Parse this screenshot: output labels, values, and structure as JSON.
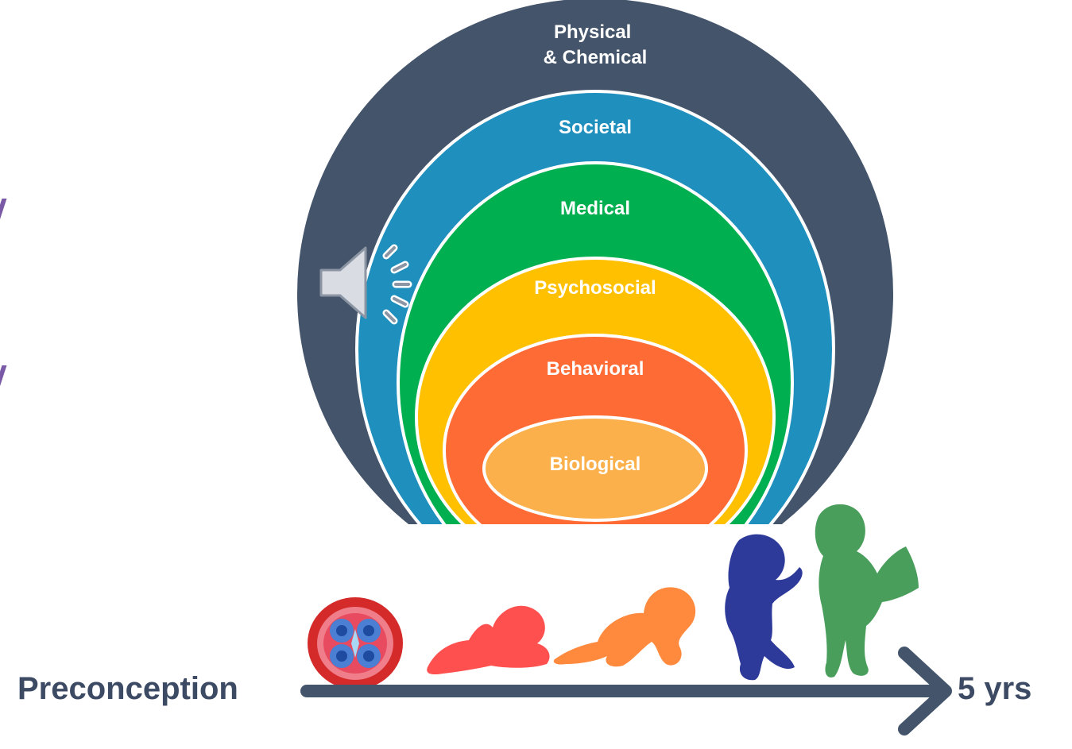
{
  "diagram": {
    "layers": [
      {
        "label_lines": [
          "Physical",
          "& Chemical"
        ],
        "color": "#44546a"
      },
      {
        "label_lines": [
          "Societal"
        ],
        "color": "#1f8fbe"
      },
      {
        "label_lines": [
          "Medical"
        ],
        "color": "#00b050"
      },
      {
        "label_lines": [
          "Psychosocial"
        ],
        "color": "#ffc000"
      },
      {
        "label_lines": [
          "Behavioral"
        ],
        "color": "#ff6b35"
      },
      {
        "label_lines": [
          "Biological"
        ],
        "color": "#fbb04b"
      }
    ],
    "timeline": {
      "start_label": "Preconception",
      "end_label": "5 yrs",
      "arrow_color": "#44546a"
    },
    "stages": [
      {
        "name": "embryo",
        "color": "#d42a2a"
      },
      {
        "name": "infant-lying",
        "color": "#ff5050"
      },
      {
        "name": "infant-crawling",
        "color": "#ff8a3d"
      },
      {
        "name": "toddler",
        "color": "#2e3a99"
      },
      {
        "name": "child-reading",
        "color": "#4a9e5c"
      }
    ],
    "icons": {
      "speaker": "speaker-icon"
    }
  }
}
